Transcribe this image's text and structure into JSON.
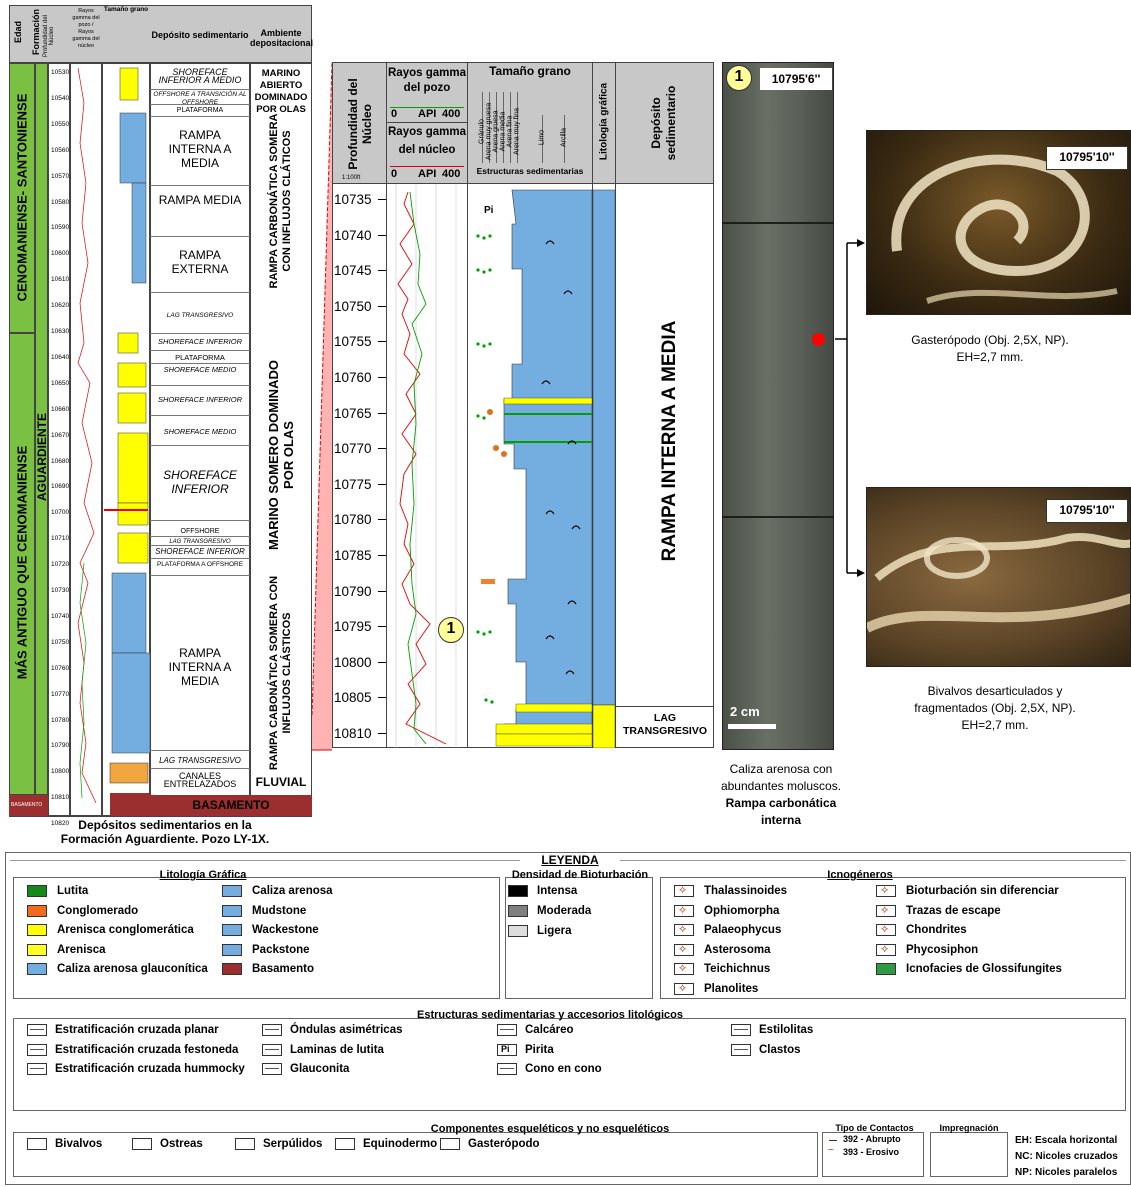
{
  "left_column": {
    "headers": {
      "edad": "Edad",
      "formacion": "Formación",
      "profundidad": "Profundidad del Núcleo",
      "rayos": "Rayos gamma del pozo / Rayos gamma del núcleo",
      "tamano": "Tamaño grano",
      "deposito": "Depósito sedimentario",
      "ambiente": "Ambiente depositacional"
    },
    "edad_upper": "CENOMANIENSE- SANTONIENSE",
    "edad_lower": "MÁS ANTIGUO QUE CENOMANIENSE",
    "formacion": "AGUARDIENTE",
    "depths": [
      "10530",
      "10540",
      "10550",
      "10560",
      "10570",
      "10580",
      "10590",
      "10600",
      "10610",
      "10620",
      "10630",
      "10640",
      "10650",
      "10660",
      "10670",
      "10680",
      "10690",
      "10700",
      "10710",
      "10720",
      "10730",
      "10740",
      "10750",
      "10760",
      "10770",
      "10780",
      "10790",
      "10800",
      "10810",
      "10820"
    ],
    "depositos": [
      "SHOREFACE INFERIOR A MEDIO",
      "OFFSHORE A TRANSICIÓN AL OFFSHORE",
      "PLATAFORMA",
      "RAMPA INTERNA A MEDIA",
      "RAMPA MEDIA",
      "RAMPA EXTERNA",
      "LAG TRANSGRESIVO",
      "SHOREFACE INFERIOR",
      "PLATAFORMA",
      "SHOREFACE MEDIO",
      "SHOREFACE INFERIOR",
      "SHOREFACE MEDIO",
      "SHOREFACE INFERIOR",
      "OFFSHORE",
      "LAG TRANSGRESIVO",
      "SHOREFACE INFERIOR",
      "PLATAFORMA A OFFSHORE",
      "RAMPA INTERNA A MEDIA",
      "LAG TRANSGRESIVO",
      "CANALES ENTRELAZADOS"
    ],
    "ambientes": [
      "MARINO ABIERTO DOMINADO POR OLAS",
      "RAMPA CARBONÁTICA SOMERA CON INFLUJOS CLÁTICOS",
      "MARINO SOMERO DOMINADO POR OLAS",
      "RAMPA CABONÁTICA SOMERA CON INFLUJOS CLÁSTICOS",
      "FLUVIAL"
    ],
    "basamento": "BASAMENTO",
    "basamento_small": "BASAMENTO",
    "caption_1": "Depósitos sedimentarios en la",
    "caption_2": "Formación Aguardiente. Pozo LY-1X."
  },
  "detail_column": {
    "profundidad": "Profundidad del Núcleo",
    "scale": "1:100ft",
    "rayos_pozo": "Rayos gamma del pozo",
    "rayos_nucleo": "Rayos gamma del núcleo",
    "api_min": "0",
    "api_unit": "API",
    "api_max": "400",
    "tamano": "Tamaño grano",
    "grain_sizes": [
      "Gránulo",
      "Arena muy gruesa",
      "Arena gruesa",
      "Arena media",
      "Arena fina",
      "Arena muy fina",
      "Limo",
      "Arcilla"
    ],
    "estructuras": "Estructuras sedimentarias",
    "litologia": "Litología gráfica",
    "deposito": "Depósito sedimentario",
    "depths": [
      "10735",
      "10740",
      "10745",
      "10750",
      "10755",
      "10760",
      "10765",
      "10770",
      "10775",
      "10780",
      "10785",
      "10790",
      "10795",
      "10800",
      "10805",
      "10810"
    ],
    "environment": "RAMPA INTERNA A MEDIA",
    "lag": "LAG TRANSGRESIVO",
    "pyrite": "Pi",
    "marker": "1"
  },
  "core": {
    "marker": "1",
    "depth": "10795'6''",
    "scale": "2 cm",
    "caption_1": "Caliza arenosa con",
    "caption_2": "abundantes moluscos.",
    "caption_3": "Rampa carbonática",
    "caption_4": "interna"
  },
  "photos": [
    {
      "depth": "10795'10''",
      "caption_1": "Gasterópodo (Obj. 2,5X, NP).",
      "caption_2": "EH=2,7 mm."
    },
    {
      "depth": "10795'10''",
      "caption_1": "Bivalvos desarticulados y",
      "caption_2": "fragmentados (Obj. 2,5X, NP).",
      "caption_3": "EH=2,7 mm."
    }
  ],
  "legend": {
    "title": "LEYENDA",
    "litologia_title": "Litología Gráfica",
    "litologia": [
      "Lutita",
      "Conglomerado",
      "Arenisca conglomerática",
      "Arenisca",
      "Caliza arenosa glauconítica",
      "Caliza arenosa",
      "Mudstone",
      "Wackestone",
      "Packstone",
      "Basamento"
    ],
    "bioturbacion_title": "Densidad de Bioturbación",
    "bioturbacion": [
      "Intensa",
      "Moderada",
      "Ligera"
    ],
    "icnogeneros_title": "Icnogéneros",
    "icnogeneros": [
      "Thalassinoides",
      "Ophiomorpha",
      "Palaeophycus",
      "Asterosoma",
      "Teichichnus",
      "Planolites",
      "Bioturbación sin diferenciar",
      "Trazas de escape",
      "Chondrites",
      "Phycosiphon",
      "Icnofacies de Glossifungites"
    ],
    "estructuras_title": "Estructuras sedimentarias y accesorios litológicos",
    "estructuras": [
      "Estratificación cruzada planar",
      "Estratificación cruzada festoneda",
      "Estratificación cruzada hummocky",
      "Óndulas asimétricas",
      "Laminas de lutita",
      "Glauconita",
      "Calcáreo",
      "Pirita",
      "Cono en cono",
      "Estilolitas",
      "Clastos"
    ],
    "pirita_symbol": "Pi",
    "componentes_title": "Componentes esqueléticos y no esqueléticos",
    "componentes": [
      "Bivalvos",
      "Ostreas",
      "Serpúlidos",
      "Equinodermo",
      "Gasterópodo"
    ],
    "contactos_title": "Tipo de Contactos",
    "contactos": [
      "392 - Abrupto",
      "393 - Erosivo"
    ],
    "impregnacion_title": "Impregnación",
    "abbrev": [
      "EH: Escala horizontal",
      "NC: Nicoles cruzados",
      "NP: Nicoles paralelos"
    ]
  },
  "colors": {
    "green": "#7ac143",
    "blue": "#74aee0",
    "yellow": "#ffff00",
    "basement": "#9b2f2f",
    "red": "#e60000"
  }
}
